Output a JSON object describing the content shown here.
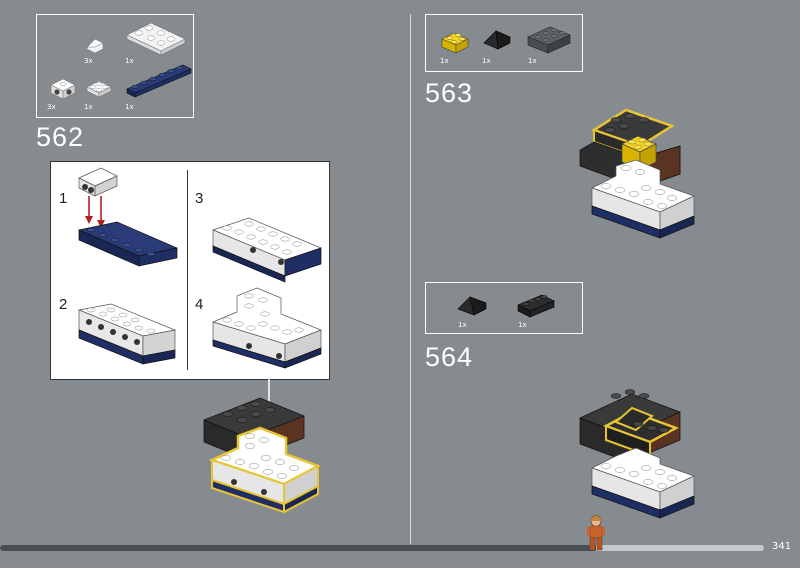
{
  "steps": [
    {
      "number": "562",
      "parts": [
        {
          "qty": "3x",
          "icon": "white-slope-1x2"
        },
        {
          "qty": "1x",
          "icon": "white-corner-plate"
        },
        {
          "qty": "3x",
          "icon": "white-brick-side-studs"
        },
        {
          "qty": "1x",
          "icon": "white-plate-2x2"
        },
        {
          "qty": "1x",
          "icon": "dark-blue-brick-1x6"
        }
      ],
      "substeps": [
        "1",
        "2",
        "3",
        "4"
      ]
    },
    {
      "number": "563",
      "parts": [
        {
          "qty": "1x",
          "icon": "yellow-brick-2x2"
        },
        {
          "qty": "1x",
          "icon": "black-slope-2x2"
        },
        {
          "qty": "1x",
          "icon": "dark-grey-brick-2x4"
        }
      ]
    },
    {
      "number": "564",
      "parts": [
        {
          "qty": "1x",
          "icon": "black-slope-2x2"
        },
        {
          "qty": "1x",
          "icon": "black-brick-1x4"
        }
      ]
    }
  ],
  "footer": {
    "page_number": "341",
    "progress_fraction": 0.78
  },
  "colors": {
    "background": "#868b8f",
    "highlight": "#e8c534",
    "dark_blue": "#1f2f66",
    "arrow_red": "#b41e1e"
  }
}
